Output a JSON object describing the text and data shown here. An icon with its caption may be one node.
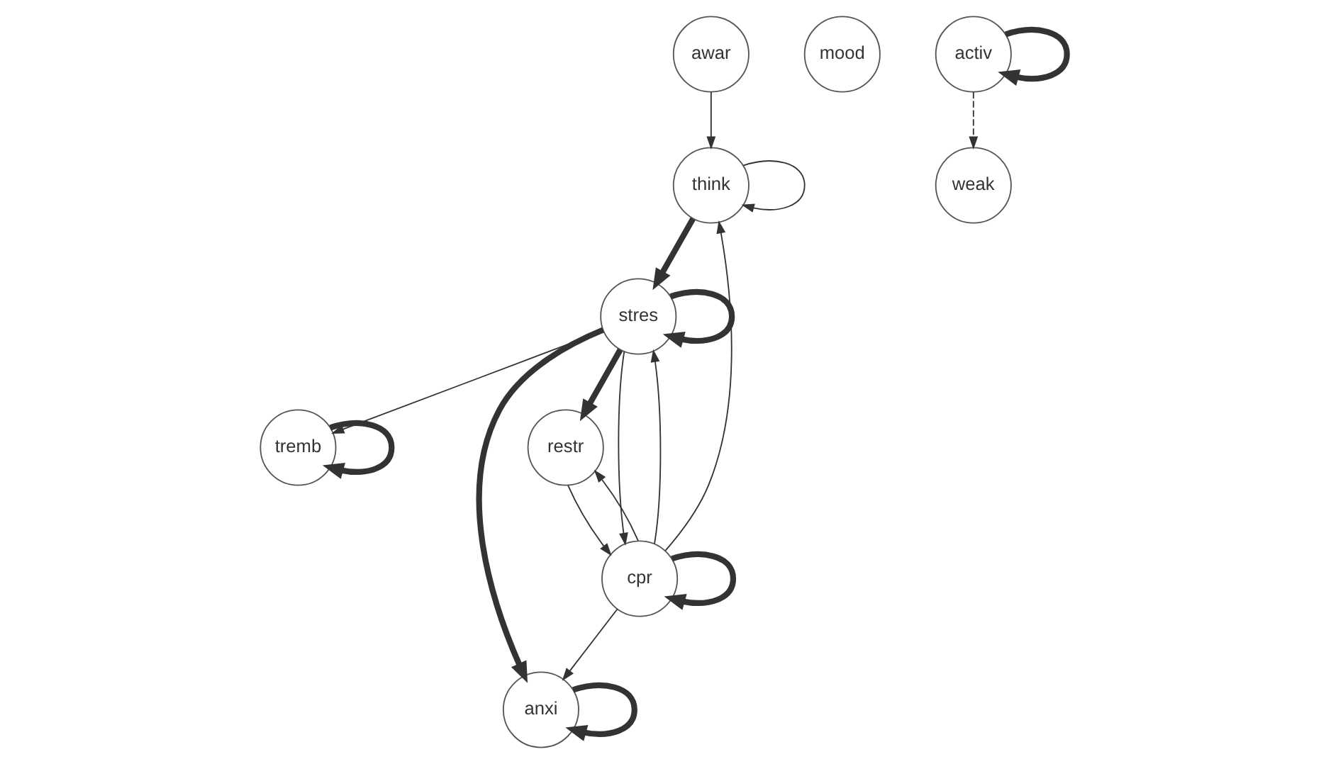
{
  "diagram": {
    "nodes": [
      {
        "text": [
          "awar"
        ]
      },
      {
        "text": [
          "mood"
        ]
      },
      {
        "text": [
          "think"
        ]
      },
      {
        "text": [
          "weak"
        ]
      },
      {
        "text": [
          "tremb"
        ]
      },
      {
        "text": [
          "stres"
        ]
      },
      {
        "text": [
          "anxi"
        ]
      },
      {
        "text": [
          "activ"
        ]
      },
      {
        "text": [
          "restr"
        ]
      },
      {
        "text": [
          "cpr"
        ]
      }
    ],
    "edges": [
      {
        "from": 0,
        "to": 2,
        "arrow": "to"
      },
      {
        "from": 2,
        "to": 2,
        "arrow": "to"
      },
      {
        "from": 2,
        "to": 5,
        "arrow": "to",
        "style": "thick"
      },
      {
        "from": 5,
        "to": 5,
        "arrow": "to",
        "style": "thick"
      },
      {
        "from": 5,
        "to": 4,
        "arrow": "to"
      },
      {
        "from": 4,
        "to": 4,
        "arrow": "to",
        "style": "thick"
      },
      {
        "from": 5,
        "to": 6,
        "arrow": "to",
        "style": "thick"
      },
      {
        "from": 6,
        "to": 6,
        "arrow": "to",
        "style": "thick"
      },
      {
        "from": 5,
        "to": 8,
        "arrow": "to",
        "style": "thick"
      },
      {
        "from": 9,
        "to": 2,
        "arrow": "to"
      },
      {
        "from": 9,
        "to": 5,
        "arrow": "to"
      },
      {
        "from": 5,
        "to": 9,
        "arrow": "to"
      },
      {
        "from": 9,
        "to": 6,
        "arrow": "to"
      },
      {
        "from": 9,
        "to": 8,
        "arrow": "to"
      },
      {
        "from": 8,
        "to": 9,
        "arrow": "to"
      },
      {
        "from": 9,
        "to": 9,
        "arrow": "to",
        "style": "thick"
      },
      {
        "from": 7,
        "to": 3,
        "arrow": "to",
        "style": "dashed"
      },
      {
        "from": 7,
        "to": 7,
        "arrow": "to",
        "style": "thick"
      }
    ]
  }
}
